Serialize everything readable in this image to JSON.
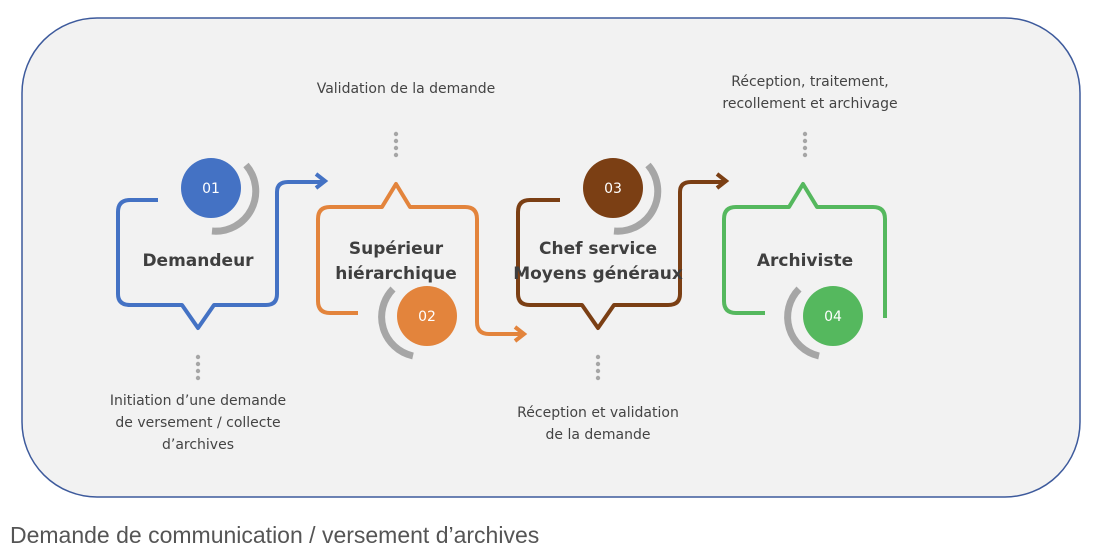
{
  "colors": {
    "blue": "#4472c4",
    "orange": "#e3843c",
    "brown": "#7b3f14",
    "green": "#55b85e",
    "gray": "#a6a6a6",
    "frame": "#3d5a9c"
  },
  "steps": [
    {
      "number": "01",
      "role": "Demandeur",
      "desc": [
        "Initiation d’une demande",
        "de versement / collecte",
        "d’archives"
      ]
    },
    {
      "number": "02",
      "role": [
        "Supérieur",
        "hiérarchique"
      ],
      "desc": [
        "Validation de la demande"
      ]
    },
    {
      "number": "03",
      "role": [
        "Chef service",
        "Moyens généraux"
      ],
      "desc": [
        "Réception et validation",
        "de la demande"
      ]
    },
    {
      "number": "04",
      "role": "Archiviste",
      "desc": [
        "Réception, traitement,",
        "recollement et archivage"
      ]
    }
  ],
  "caption": "Demande de communication / versement d’archives"
}
